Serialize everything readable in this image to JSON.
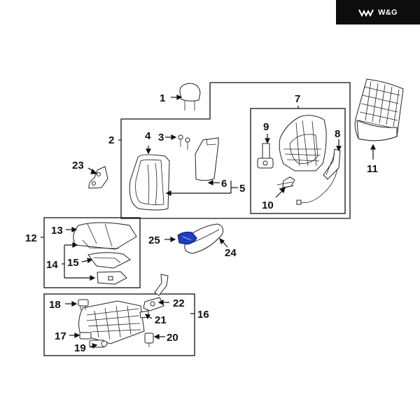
{
  "brand": {
    "name": "W&G"
  },
  "colors": {
    "highlight": "#1f3fbf",
    "ink": "#111111",
    "badge_bg": "#0d0d0d"
  },
  "callouts": {
    "c1": "1",
    "c2": "2",
    "c3": "3",
    "c4": "4",
    "c5": "5",
    "c6": "6",
    "c7": "7",
    "c8": "8",
    "c9": "9",
    "c10": "10",
    "c11": "11",
    "c12": "12",
    "c13": "13",
    "c14": "14",
    "c15": "15",
    "c16": "16",
    "c17": "17",
    "c18": "18",
    "c19": "19",
    "c20": "20",
    "c21": "21",
    "c22": "22",
    "c23": "23",
    "c24": "24",
    "c25": "25"
  }
}
